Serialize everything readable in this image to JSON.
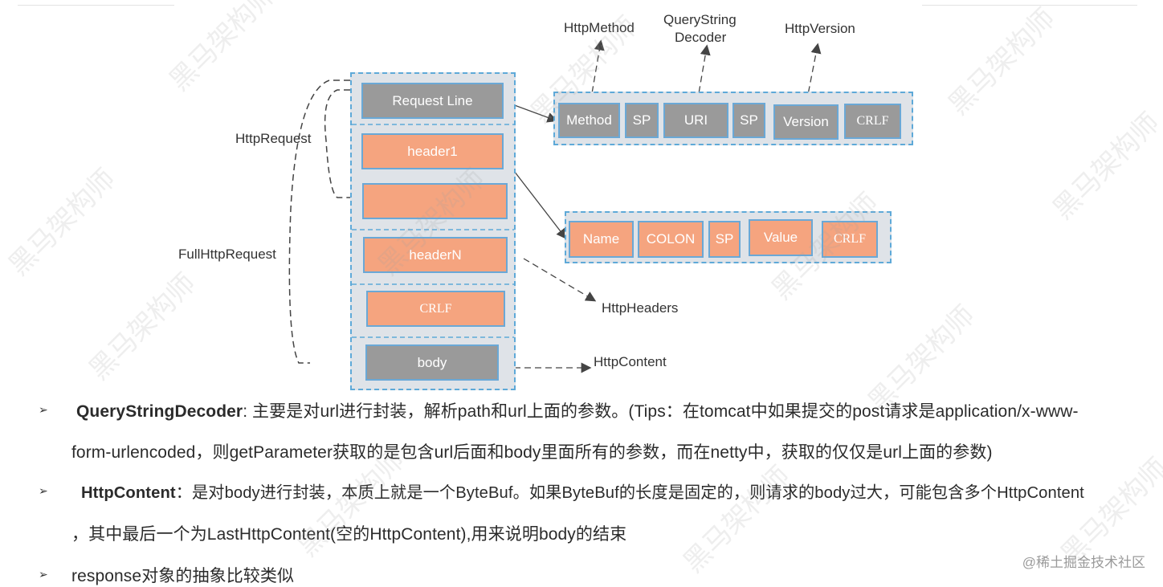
{
  "diagram": {
    "left_labels": {
      "http_request": "HttpRequest",
      "full_http_request": "FullHttpRequest"
    },
    "stack": {
      "request_line": "Request Line",
      "header1": "header1",
      "header_blank": "",
      "headerN": "headerN",
      "crlf": "CRLF",
      "body": "body"
    },
    "request_line_parts": {
      "method": "Method",
      "sp1": "SP",
      "uri": "URI",
      "sp2": "SP",
      "version": "Version",
      "crlf": "CRLF"
    },
    "header_parts": {
      "name": "Name",
      "colon": "COLON",
      "sp": "SP",
      "value": "Value",
      "crlf": "CRLF"
    },
    "top_labels": {
      "http_method": "HttpMethod",
      "query_string_line1": "QueryString",
      "query_string_line2": "Decoder",
      "http_version": "HttpVersion"
    },
    "right_labels": {
      "http_headers": "HttpHeaders",
      "http_content": "HttpContent"
    },
    "colors": {
      "gray": "#9a9a9a",
      "salmon": "#f5a47f",
      "container": "#dfe3e8",
      "dash": "#5ea9d8"
    }
  },
  "bullets": [
    {
      "marker": "➢",
      "bold": "QueryStringDecoder",
      "text": ": 主要是对url进行封装，解析path和url上面的参数。(Tips：在tomcat中如果提交的post请求是application/x-www-"
    },
    {
      "marker": "",
      "bold": "",
      "text": "form-urlencoded，则getParameter获取的是包含url后面和body里面所有的参数，而在netty中，获取的仅仅是url上面的参数)"
    },
    {
      "marker": "➢",
      "bold": "HttpContent",
      "text": "：是对body进行封装，本质上就是一个ByteBuf。如果ByteBuf的长度是固定的，则请求的body过大，可能包含多个HttpContent"
    },
    {
      "marker": "",
      "bold": "",
      "text": "，其中最后一个为LastHttpContent(空的HttpContent),用来说明body的结束"
    },
    {
      "marker": "➢",
      "bold": "",
      "text": "response对象的抽象比较类似"
    }
  ],
  "footer": "@稀土掘金技术社区",
  "watermark": "黑马架构师"
}
